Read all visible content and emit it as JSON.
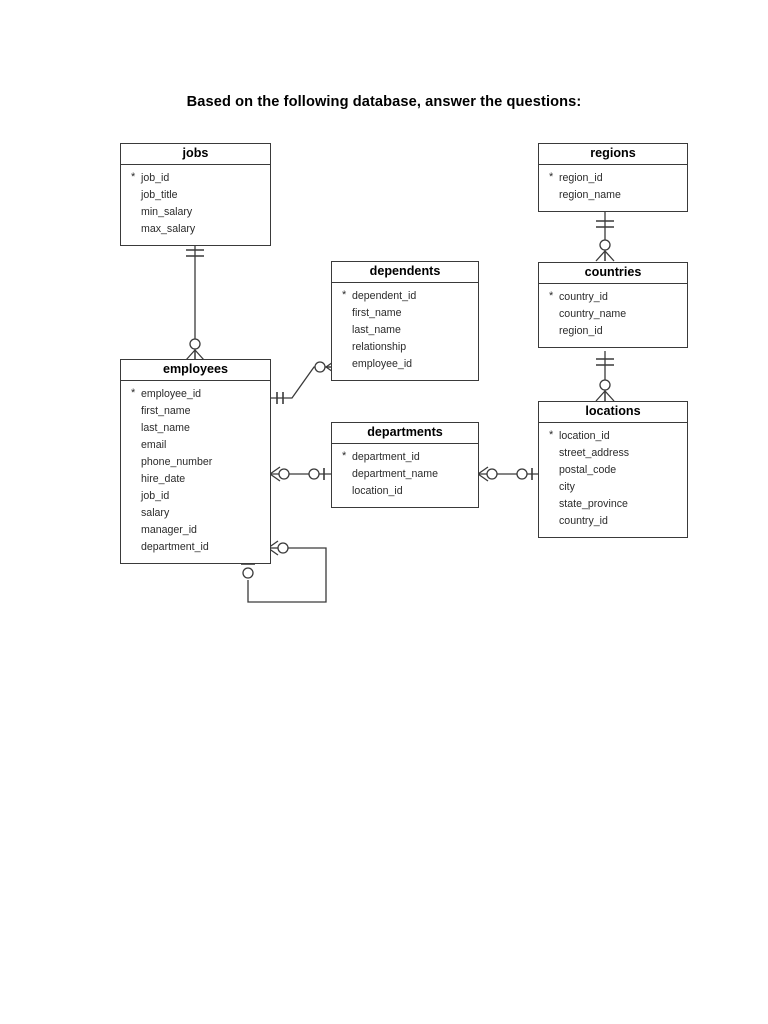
{
  "page": {
    "title": "Based on the following database, answer the questions:",
    "background_color": "#ffffff",
    "line_color": "#3a3a3a",
    "text_color": "#2b2b2b"
  },
  "entities": {
    "jobs": {
      "name": "jobs",
      "fields": [
        {
          "name": "job_id",
          "pk": "*"
        },
        {
          "name": "job_title",
          "pk": ""
        },
        {
          "name": "min_salary",
          "pk": ""
        },
        {
          "name": "max_salary",
          "pk": ""
        }
      ]
    },
    "employees": {
      "name": "employees",
      "fields": [
        {
          "name": "employee_id",
          "pk": "*"
        },
        {
          "name": "first_name",
          "pk": ""
        },
        {
          "name": "last_name",
          "pk": ""
        },
        {
          "name": "email",
          "pk": ""
        },
        {
          "name": "phone_number",
          "pk": ""
        },
        {
          "name": "hire_date",
          "pk": ""
        },
        {
          "name": "job_id",
          "pk": ""
        },
        {
          "name": "salary",
          "pk": ""
        },
        {
          "name": "manager_id",
          "pk": ""
        },
        {
          "name": "department_id",
          "pk": ""
        }
      ]
    },
    "dependents": {
      "name": "dependents",
      "fields": [
        {
          "name": "dependent_id",
          "pk": "*"
        },
        {
          "name": "first_name",
          "pk": ""
        },
        {
          "name": "last_name",
          "pk": ""
        },
        {
          "name": "relationship",
          "pk": ""
        },
        {
          "name": "employee_id",
          "pk": ""
        }
      ]
    },
    "departments": {
      "name": "departments",
      "fields": [
        {
          "name": "department_id",
          "pk": "*"
        },
        {
          "name": "department_name",
          "pk": ""
        },
        {
          "name": "location_id",
          "pk": ""
        }
      ]
    },
    "regions": {
      "name": "regions",
      "fields": [
        {
          "name": "region_id",
          "pk": "*"
        },
        {
          "name": "region_name",
          "pk": ""
        }
      ]
    },
    "countries": {
      "name": "countries",
      "fields": [
        {
          "name": "country_id",
          "pk": "*"
        },
        {
          "name": "country_name",
          "pk": ""
        },
        {
          "name": "region_id",
          "pk": ""
        }
      ]
    },
    "locations": {
      "name": "locations",
      "fields": [
        {
          "name": "location_id",
          "pk": "*"
        },
        {
          "name": "street_address",
          "pk": ""
        },
        {
          "name": "postal_code",
          "pk": ""
        },
        {
          "name": "city",
          "pk": ""
        },
        {
          "name": "state_province",
          "pk": ""
        },
        {
          "name": "country_id",
          "pk": ""
        }
      ]
    }
  },
  "relationships": [
    {
      "id": "jobs-employees",
      "from": "jobs",
      "to": "employees",
      "from_cardinality": "exactly-one",
      "to_cardinality": "zero-or-many"
    },
    {
      "id": "employees-dependents",
      "from": "employees",
      "to": "dependents",
      "from_cardinality": "exactly-one",
      "to_cardinality": "zero-or-many"
    },
    {
      "id": "employees-departments",
      "from": "employees",
      "to": "departments",
      "from_cardinality": "zero-or-many",
      "to_cardinality": "zero-or-one"
    },
    {
      "id": "departments-locations",
      "from": "departments",
      "to": "locations",
      "from_cardinality": "zero-or-many",
      "to_cardinality": "zero-or-one"
    },
    {
      "id": "regions-countries",
      "from": "regions",
      "to": "countries",
      "from_cardinality": "exactly-one",
      "to_cardinality": "zero-or-many"
    },
    {
      "id": "countries-locations",
      "from": "countries",
      "to": "locations",
      "from_cardinality": "exactly-one",
      "to_cardinality": "zero-or-many"
    },
    {
      "id": "employees-employees",
      "from": "employees",
      "to": "employees",
      "from_cardinality": "zero-or-many",
      "to_cardinality": "zero-or-one"
    }
  ]
}
